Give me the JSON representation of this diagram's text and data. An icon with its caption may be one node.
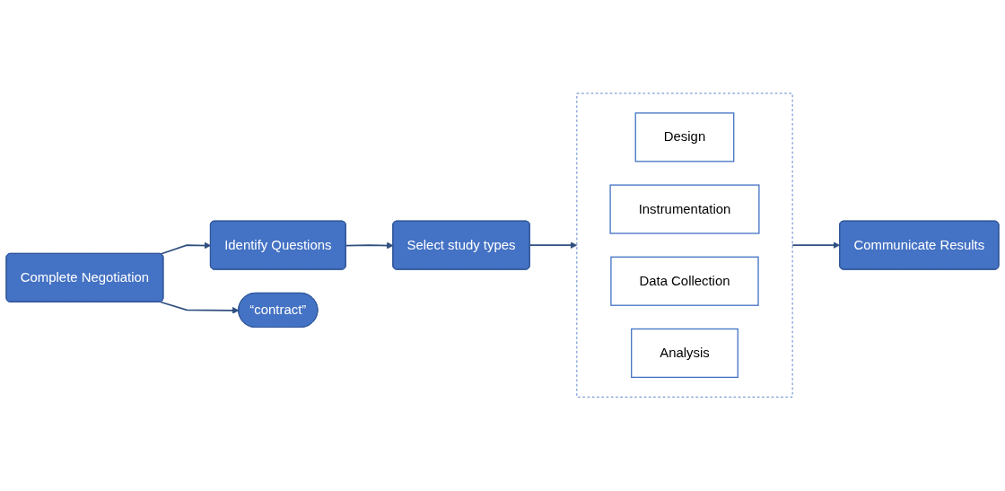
{
  "diagram": {
    "nodes": [
      {
        "text": [
          "Complete Negotiation"
        ]
      },
      {
        "text": [
          "Identify Questions"
        ]
      },
      {
        "text": [
          "Select study types"
        ]
      },
      {
        "text": [],
        "shape": "box"
      },
      {
        "text": [
          "Design"
        ],
        "in": 3
      },
      {
        "text": [
          "Instrumentation"
        ],
        "in": 3
      },
      {
        "text": [
          "Data Collection"
        ],
        "in": 3
      },
      {
        "text": [
          "Analysis"
        ],
        "in": 3
      },
      {
        "text": [
          "“contract”"
        ]
      },
      {
        "text": [
          "Communicate Results"
        ]
      }
    ],
    "edges": [
      {
        "from": 0,
        "to": 1,
        "arrow": "to"
      },
      {
        "from": 1,
        "to": 2,
        "arrow": "to"
      },
      {
        "from": 2,
        "to": 3,
        "arrow": "to"
      },
      {
        "from": 0,
        "to": 8,
        "arrow": "to"
      },
      {
        "from": 3,
        "to": 9,
        "arrow": "to"
      }
    ]
  }
}
